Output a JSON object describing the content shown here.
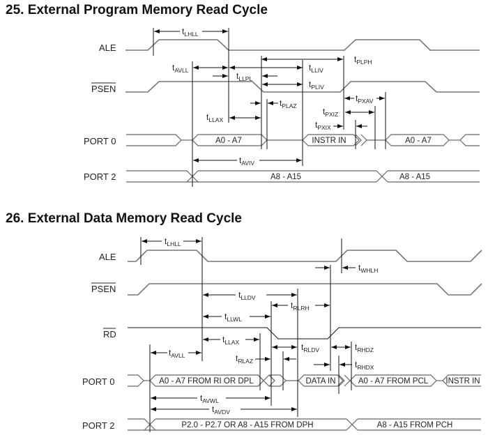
{
  "diagram1": {
    "title": "25. External Program Memory Read Cycle",
    "signals": {
      "ale": "ALE",
      "psen": "PSEN",
      "port0": "PORT 0",
      "port2": "PORT 2"
    },
    "bus_labels": {
      "p0_addr": "A0 - A7",
      "p0_instr": "INSTR IN",
      "p0_addr2": "A0 - A7",
      "p2_addr": "A8 - A15",
      "p2_addr2": "A8 - A15"
    },
    "timings": {
      "lhll": {
        "t": "t",
        "s": "LHLL"
      },
      "avll": {
        "t": "t",
        "s": "AVLL"
      },
      "llpl": {
        "t": "t",
        "s": "LLPL"
      },
      "lliv": {
        "t": "t",
        "s": "LLIV"
      },
      "plph": {
        "t": "t",
        "s": "PLPH"
      },
      "pliv": {
        "t": "t",
        "s": "PLIV"
      },
      "plaz": {
        "t": "t",
        "s": "PLAZ"
      },
      "llax": {
        "t": "t",
        "s": "LLAX"
      },
      "pxav": {
        "t": "t",
        "s": "PXAV"
      },
      "pxiz": {
        "t": "t",
        "s": "PXIZ"
      },
      "pxix": {
        "t": "t",
        "s": "PXIX"
      },
      "aviv": {
        "t": "t",
        "s": "AVIV"
      }
    }
  },
  "diagram2": {
    "title": "26. External Data Memory Read Cycle",
    "signals": {
      "ale": "ALE",
      "psen": "PSEN",
      "rd": "RD",
      "port0": "PORT  0",
      "port2": "PORT  2"
    },
    "bus_labels": {
      "p0_addr": "A0  -  A7  FROM  RI  OR  DPL",
      "p0_data": "DATA  IN",
      "p0_pcl": "A0  -  A7  FROM  PCL",
      "p0_instr": "INSTR  IN",
      "p2_addr": "P2.0  -  P2.7  OR  A8  -  A15  FROM  DPH",
      "p2_pch": "A8  -  A15  FROM  PCH"
    },
    "timings": {
      "lhll": {
        "t": "t",
        "s": "LHLL"
      },
      "whlh": {
        "t": "t",
        "s": "WHLH"
      },
      "lldv": {
        "t": "t",
        "s": "LLDV"
      },
      "rlrh": {
        "t": "t",
        "s": "RLRH"
      },
      "llwl": {
        "t": "t",
        "s": "LLWL"
      },
      "llax": {
        "t": "t",
        "s": "LLAX"
      },
      "avll": {
        "t": "t",
        "s": "AVLL"
      },
      "rlaz": {
        "t": "t",
        "s": "RLAZ"
      },
      "rldv": {
        "t": "t",
        "s": "RLDV"
      },
      "rhdz": {
        "t": "t",
        "s": "RHDZ"
      },
      "rhdx": {
        "t": "t",
        "s": "RHDX"
      },
      "avwl": {
        "t": "t",
        "s": "AVWL"
      },
      "avdv": {
        "t": "t",
        "s": "AVDV"
      }
    }
  }
}
